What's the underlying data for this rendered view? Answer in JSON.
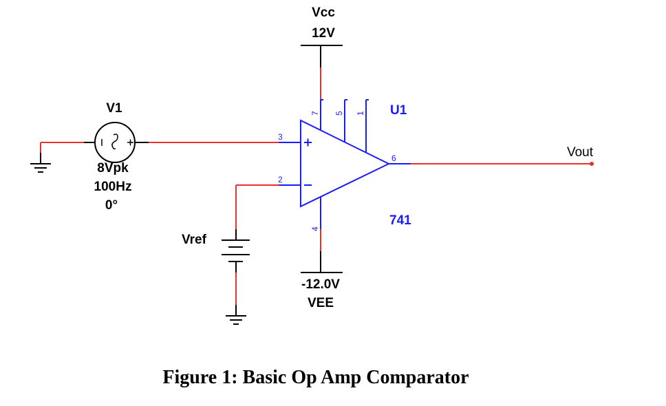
{
  "circuit": {
    "vcc": {
      "name": "Vcc",
      "value": "12V"
    },
    "vee": {
      "name": "VEE",
      "value": "-12.0V"
    },
    "source": {
      "name": "V1",
      "amplitude": "8Vpk",
      "frequency": "100Hz",
      "phase": "0°"
    },
    "vref": {
      "name": "Vref"
    },
    "opamp": {
      "name": "U1",
      "model": "741",
      "pins": {
        "p7": "7",
        "p5": "5",
        "p1": "1",
        "p3": "3",
        "p2": "2",
        "p6": "6",
        "p4": "4"
      }
    },
    "output": {
      "name": "Vout"
    }
  },
  "caption": "Figure 1: Basic Op Amp Comparator",
  "colors": {
    "wire": "#e8312a",
    "component": "#1a1aff",
    "terminal": "#000000"
  }
}
